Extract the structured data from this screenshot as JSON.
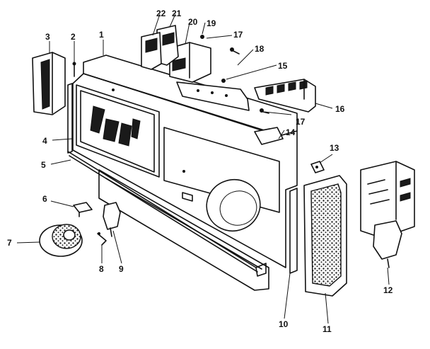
{
  "diagram": {
    "callouts": [
      {
        "id": "p1",
        "text": "1"
      },
      {
        "id": "p2",
        "text": "2"
      },
      {
        "id": "p3",
        "text": "3"
      },
      {
        "id": "p4",
        "text": "4"
      },
      {
        "id": "p5",
        "text": "5"
      },
      {
        "id": "p6",
        "text": "6"
      },
      {
        "id": "p7",
        "text": "7"
      },
      {
        "id": "p8",
        "text": "8"
      },
      {
        "id": "p9",
        "text": "9"
      },
      {
        "id": "p10",
        "text": "10"
      },
      {
        "id": "p11",
        "text": "11"
      },
      {
        "id": "p12",
        "text": "12"
      },
      {
        "id": "p13",
        "text": "13"
      },
      {
        "id": "p14",
        "text": "14"
      },
      {
        "id": "p15",
        "text": "15"
      },
      {
        "id": "p16",
        "text": "16"
      },
      {
        "id": "p17a",
        "text": "17"
      },
      {
        "id": "p17b",
        "text": "17"
      },
      {
        "id": "p18",
        "text": "18"
      },
      {
        "id": "p19",
        "text": "19"
      },
      {
        "id": "p20",
        "text": "20"
      },
      {
        "id": "p21",
        "text": "21"
      },
      {
        "id": "p22",
        "text": "22"
      }
    ]
  }
}
